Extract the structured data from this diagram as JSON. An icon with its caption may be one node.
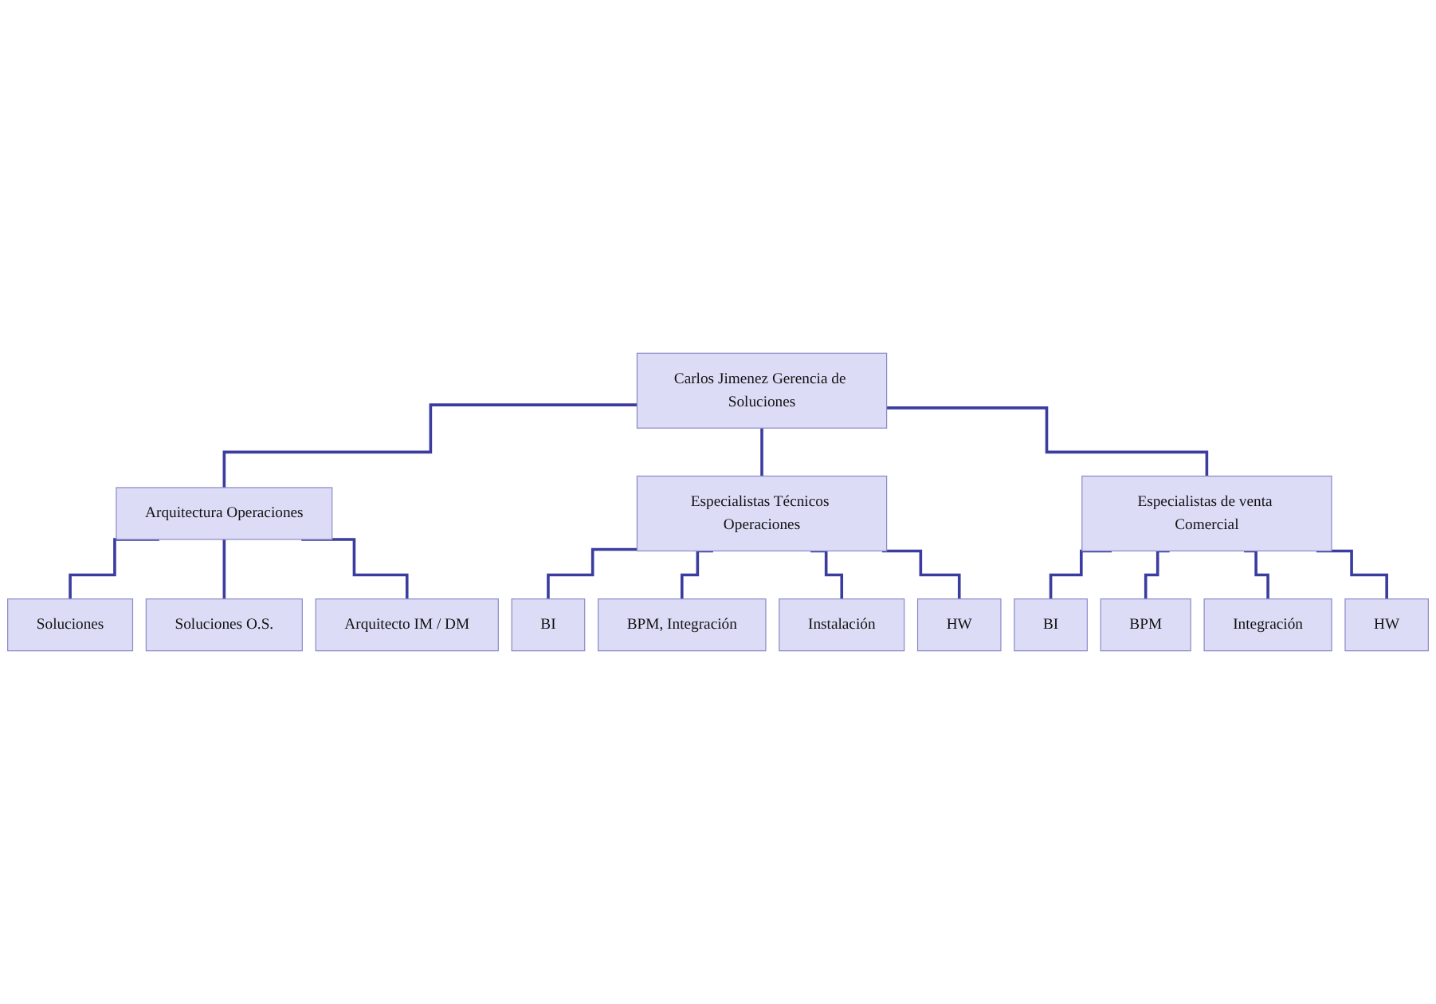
{
  "diagram": {
    "nodes": [
      {
        "text": [
          "Carlos Jimenez Gerencia de Soluciones"
        ]
      },
      {
        "text": [
          "Arquitectura Operaciones"
        ]
      },
      {
        "text": [
          "Soluciones"
        ]
      },
      {
        "text": [
          "Soluciones O.S."
        ]
      },
      {
        "text": [
          "Arquitecto IM / DM"
        ]
      },
      {
        "text": [
          "Especialistas Técnicos Operaciones"
        ]
      },
      {
        "text": [
          "BI"
        ]
      },
      {
        "text": [
          "BPM, Integración"
        ]
      },
      {
        "text": [
          "Instalación"
        ]
      },
      {
        "text": [
          "HW"
        ]
      },
      {
        "text": [
          "Especialistas de venta Comercial"
        ]
      },
      {
        "text": [
          "BI"
        ]
      },
      {
        "text": [
          "BPM"
        ]
      },
      {
        "text": [
          "Integración"
        ]
      },
      {
        "text": [
          "HW"
        ]
      }
    ],
    "edges": [
      {
        "from": 0,
        "to": 1,
        "arrow": "none"
      },
      {
        "from": 0,
        "to": 5,
        "arrow": "none"
      },
      {
        "from": 0,
        "to": 10,
        "arrow": "none"
      },
      {
        "from": 1,
        "to": 2,
        "arrow": "none"
      },
      {
        "from": 1,
        "to": 3,
        "arrow": "none"
      },
      {
        "from": 1,
        "to": 4,
        "arrow": "none"
      },
      {
        "from": 5,
        "to": 6,
        "arrow": "none"
      },
      {
        "from": 5,
        "to": 7,
        "arrow": "none"
      },
      {
        "from": 5,
        "to": 8,
        "arrow": "none"
      },
      {
        "from": 5,
        "to": 9,
        "arrow": "none"
      },
      {
        "from": 10,
        "to": 11,
        "arrow": "none"
      },
      {
        "from": 10,
        "to": 12,
        "arrow": "none"
      },
      {
        "from": 10,
        "to": 13,
        "arrow": "none"
      },
      {
        "from": 10,
        "to": 14,
        "arrow": "none"
      }
    ]
  }
}
